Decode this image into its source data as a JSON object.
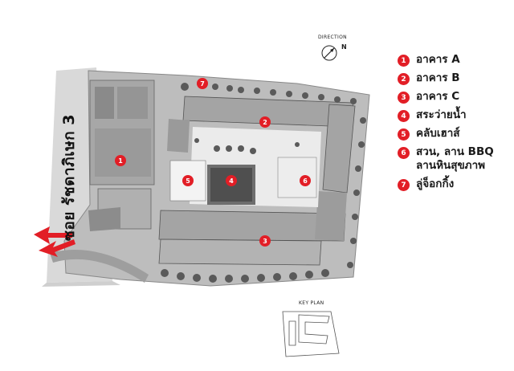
{
  "street_label": "ซอย รัชดาภิเษก 3",
  "direction": {
    "label": "DIRECTION",
    "north": "N"
  },
  "key_plan": {
    "label": "KEY PLAN"
  },
  "legend": [
    {
      "number": "1",
      "label": "อาคาร A"
    },
    {
      "number": "2",
      "label": "อาคาร B"
    },
    {
      "number": "3",
      "label": "อาคาร C"
    },
    {
      "number": "4",
      "label": "สระว่ายน้ำ"
    },
    {
      "number": "5",
      "label": "คลับเฮาส์"
    },
    {
      "number": "6",
      "label": "สวน, ลาน BBQ",
      "label_line2": "ลานหินสุขภาพ"
    },
    {
      "number": "7",
      "label": "ลู่จ็อกกิ้ง"
    }
  ],
  "colors": {
    "marker": "#e21e26",
    "arrow": "#e21e26"
  }
}
